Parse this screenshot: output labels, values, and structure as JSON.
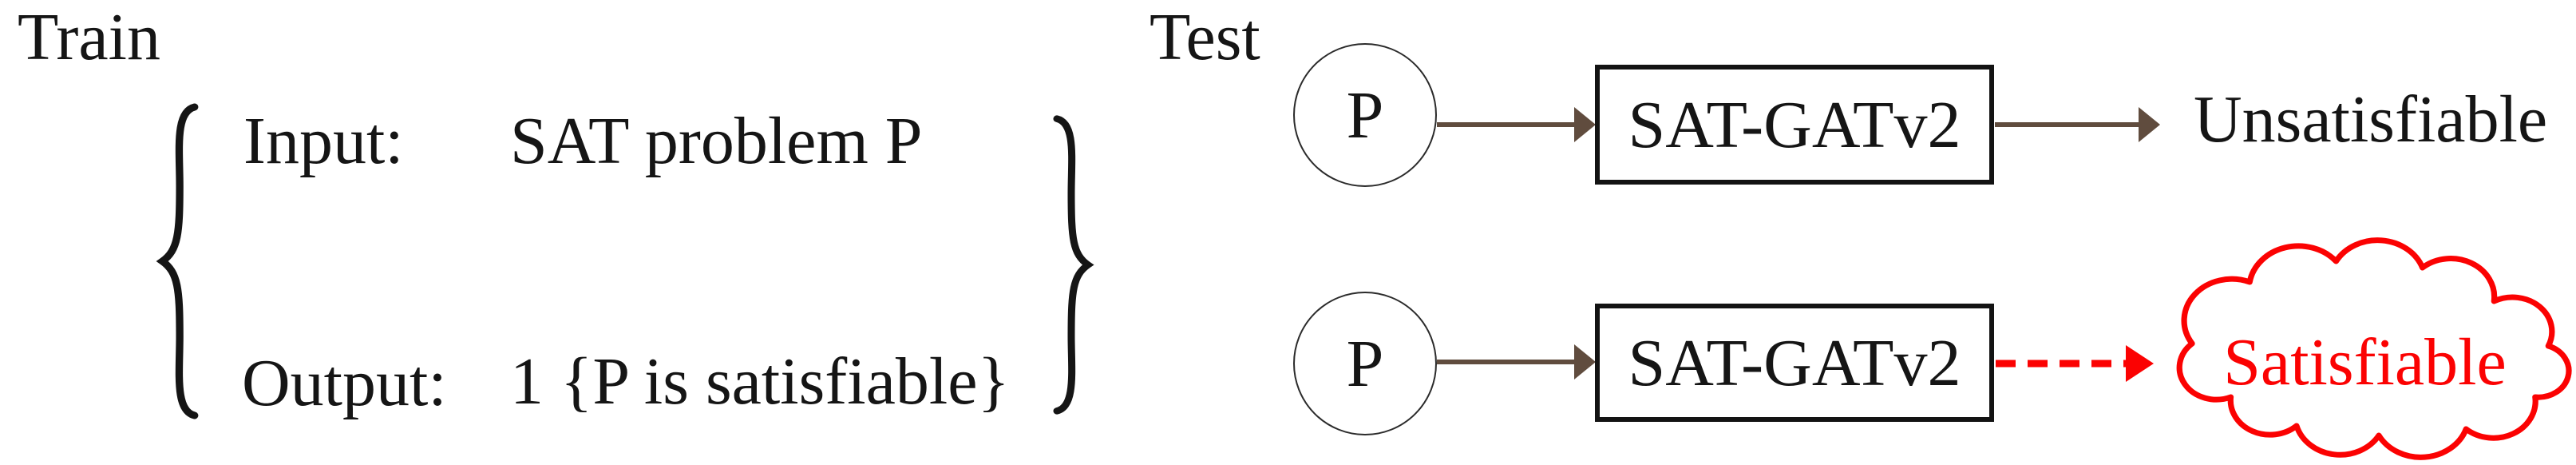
{
  "train_panel": {
    "section_label": "Train",
    "rows": [
      {
        "label": "Input:",
        "value": "SAT problem P"
      },
      {
        "label": "Output:",
        "value": "1 {P is satisfiable}"
      }
    ]
  },
  "test_panel": {
    "section_label": "Test",
    "flows": [
      {
        "node": "P",
        "model": "SAT-GATv2",
        "result": "Unsatisfiable",
        "arrow": "solid",
        "emphasis": "none"
      },
      {
        "node": "P",
        "model": "SAT-GATv2",
        "result": "Satisfiable",
        "arrow": "dashed",
        "emphasis": "red-cloud"
      }
    ]
  },
  "colors": {
    "arrow_brown": "#604c3e",
    "emphasis_red": "#fb0202",
    "ink_black": "#151515"
  }
}
